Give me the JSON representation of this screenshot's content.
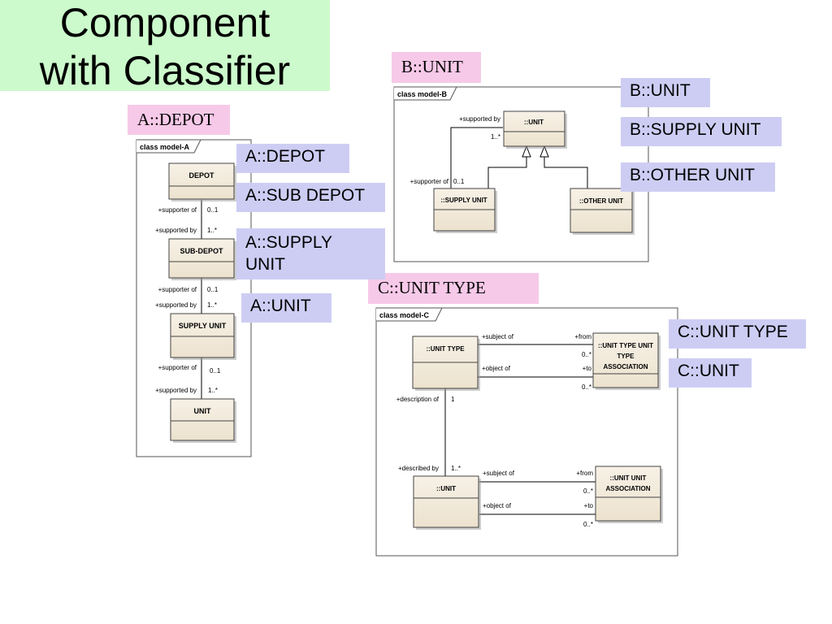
{
  "slide": {
    "title_line1": "Component",
    "title_line2": "with Classifier"
  },
  "headers": {
    "a": "A::DEPOT",
    "b": "B::UNIT",
    "c": "C::UNIT TYPE"
  },
  "callouts": {
    "a_depot": "A::DEPOT",
    "a_sub_depot": "A::SUB DEPOT",
    "a_supply_unit": "A::SUPPLY UNIT",
    "a_unit": "A::UNIT",
    "b_unit": "B::UNIT",
    "b_supply_unit": "B::SUPPLY UNIT",
    "b_other_unit": "B::OTHER UNIT",
    "c_unit_type": "C::UNIT TYPE",
    "c_unit": "C::UNIT"
  },
  "model_a": {
    "frame": "class model-A",
    "classes": {
      "depot": "DEPOT",
      "sub_depot": "SUB-DEPOT",
      "supply_unit": "SUPPLY  UNIT",
      "unit": "UNIT"
    },
    "roles": {
      "supporter_of": "+supporter of",
      "supported_by": "+supported by",
      "m01": "0..1",
      "m1n": "1..*"
    }
  },
  "model_b": {
    "frame": "class model-B",
    "classes": {
      "unit": "::UNIT",
      "supply_unit": "::SUPPLY  UNIT",
      "other_unit": "::OTHER UNIT"
    },
    "roles": {
      "supported_by": "+supported by",
      "supporter_of": "+supporter of",
      "m01": "0..1",
      "m1n": "1..*"
    }
  },
  "model_c": {
    "frame": "class model-C",
    "classes": {
      "unit_type": "::UNIT TYPE",
      "unit": "::UNIT",
      "uta_line1": "::UNIT TYPE UNIT",
      "uta_line2": "TYPE",
      "uta_line3": "ASSOCIATION",
      "uua_line1": "::UNIT UNIT",
      "uua_line2": "ASSOCIATION"
    },
    "roles": {
      "subject_of": "+subject of",
      "object_of": "+object of",
      "from": "+from",
      "to": "+to",
      "m0n": "0..*",
      "description_of": "+description of",
      "described_by": "+described by",
      "m1": "1",
      "m1n": "1..*"
    }
  }
}
